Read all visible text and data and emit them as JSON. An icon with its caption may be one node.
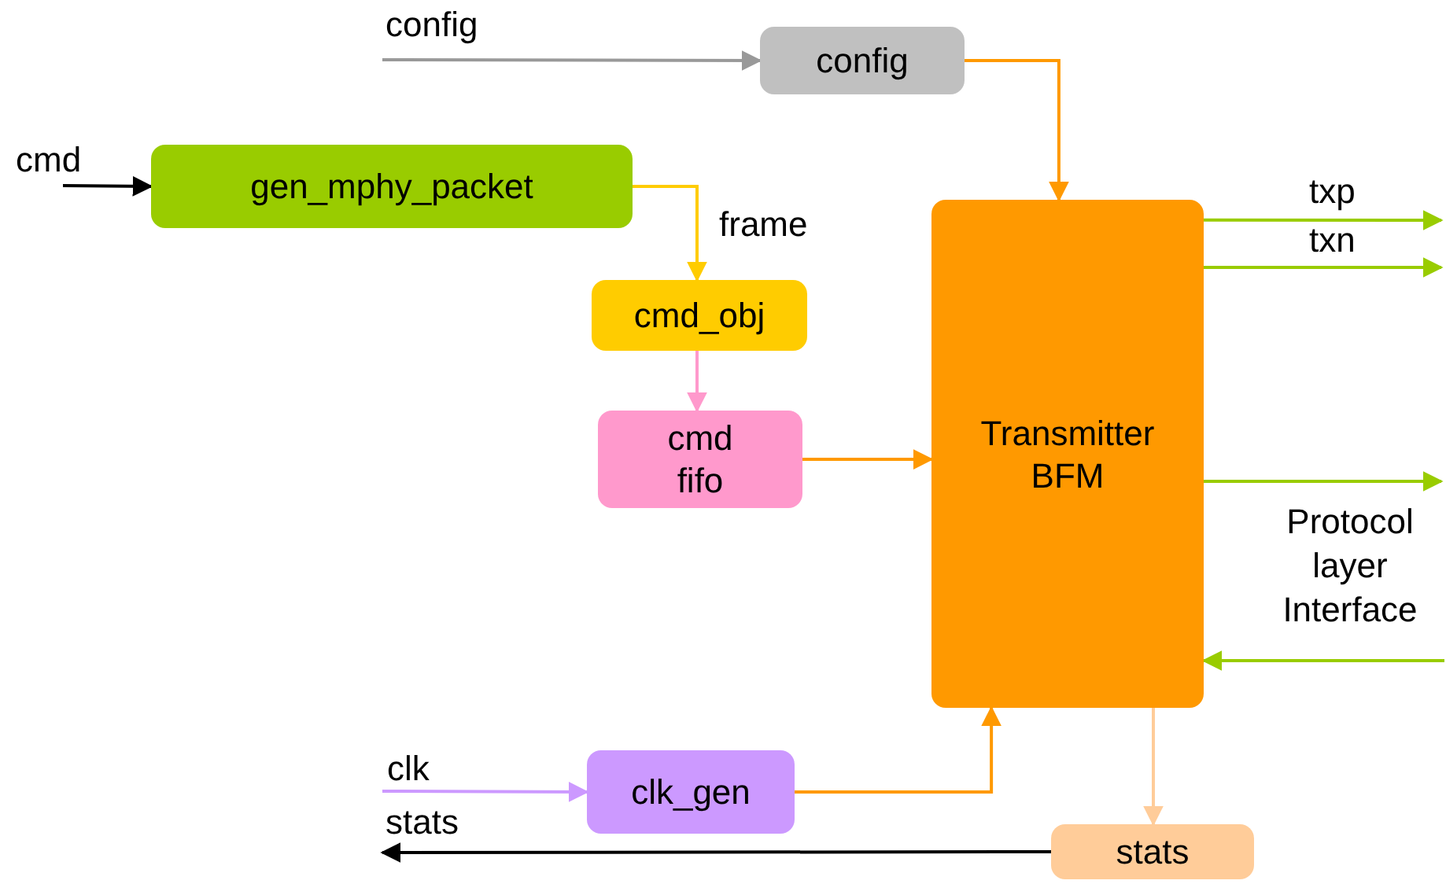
{
  "diagram": {
    "nodes": [
      {
        "text": [
          "config"
        ]
      },
      {
        "text": [
          "gen_mphy_packet"
        ]
      },
      {
        "text": [
          "cmd_obj"
        ]
      },
      {
        "text": [
          "cmd fifo"
        ]
      },
      {
        "text": [
          "Transmitter BFM"
        ]
      },
      {
        "text": [
          "clk_gen"
        ]
      },
      {
        "text": [
          "stats"
        ]
      }
    ],
    "edges": [
      {
        "from": null,
        "to": 0,
        "arrow": "to",
        "label": "config",
        "color": "#999999"
      },
      {
        "from": null,
        "to": 1,
        "arrow": "to",
        "label": "cmd",
        "color": "#000000"
      },
      {
        "from": 1,
        "to": 2,
        "arrow": "to",
        "label": "frame",
        "color": "#ffcc00"
      },
      {
        "from": 2,
        "to": 3,
        "arrow": "to",
        "color": "#ff99cc"
      },
      {
        "from": 3,
        "to": 4,
        "arrow": "to",
        "color": "#ff9900"
      },
      {
        "from": 0,
        "to": 4,
        "arrow": "to",
        "color": "#ff9900"
      },
      {
        "from": 4,
        "to": null,
        "arrow": "to",
        "label": "txp",
        "color": "#99cc00"
      },
      {
        "from": 4,
        "to": null,
        "arrow": "to",
        "label": "txn",
        "color": "#99cc00"
      },
      {
        "from": 4,
        "to": null,
        "arrow": "to",
        "color": "#99cc00"
      },
      {
        "from": null,
        "to": 4,
        "arrow": "to",
        "color": "#99cc00"
      },
      {
        "from": 5,
        "to": 4,
        "arrow": "to",
        "color": "#ff9900"
      },
      {
        "from": null,
        "to": 5,
        "arrow": "to",
        "label": "clk",
        "color": "#cc99ff"
      },
      {
        "from": 4,
        "to": 6,
        "arrow": "to",
        "color": "#ffcc99"
      },
      {
        "from": 6,
        "to": null,
        "arrow": "to",
        "label": "stats",
        "color": "#000000"
      }
    ],
    "labels": [
      "Protocol layer Interface"
    ]
  }
}
